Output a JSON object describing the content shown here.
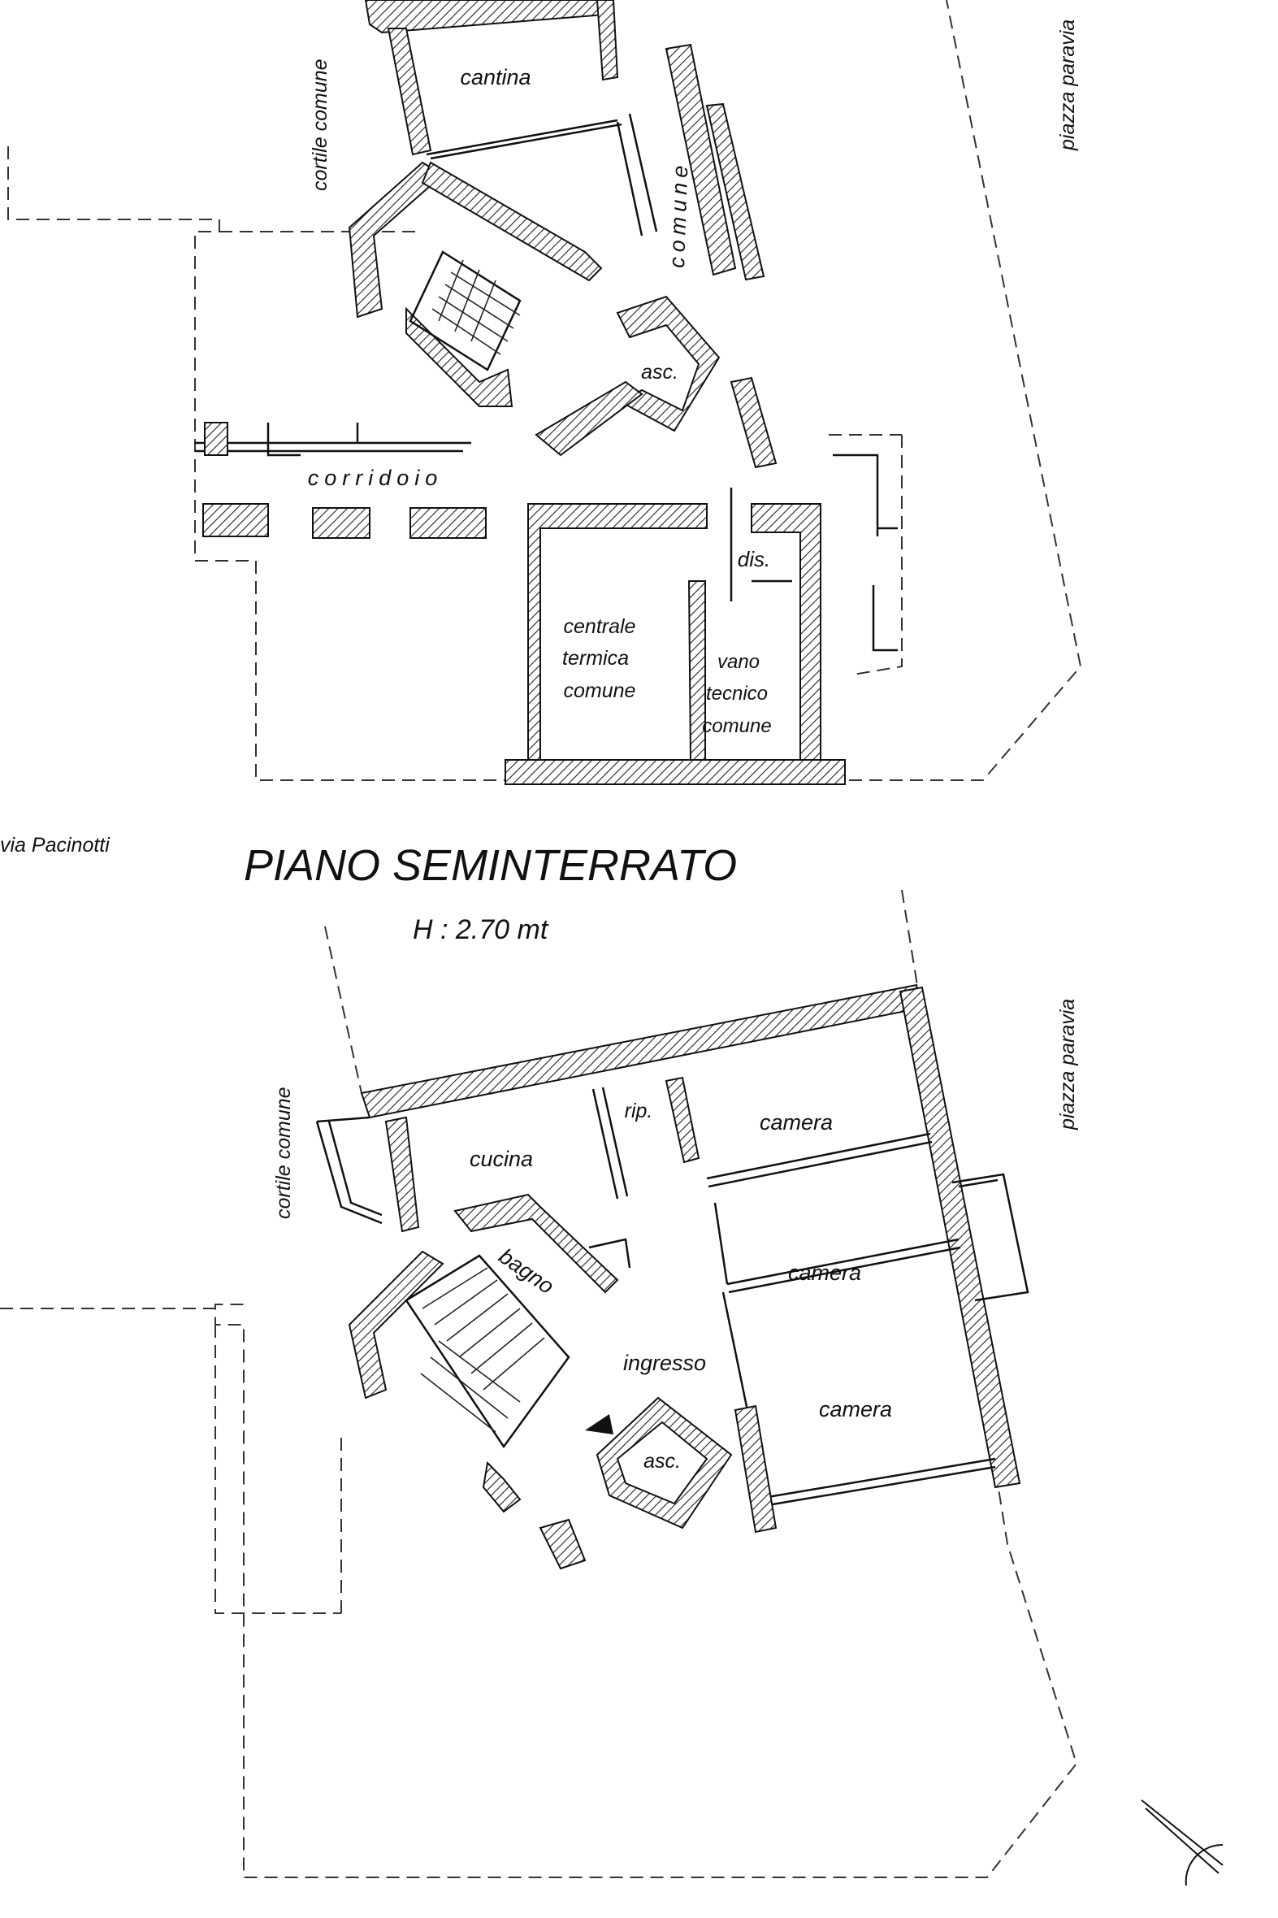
{
  "plan_top": {
    "rooms": {
      "cantina": "cantina",
      "comune": "comune",
      "asc": "asc.",
      "corridoio": "corridoio",
      "dis": "dis.",
      "centrale": [
        "centrale",
        "termica",
        "comune"
      ],
      "vano": [
        "vano",
        "tecnico",
        "comune"
      ]
    },
    "cortile": "cortile comune",
    "piazza": "piazza paravia",
    "via": "via Pacinotti"
  },
  "title": "PIANO SEMINTERRATO",
  "height_note": "H : 2.70 mt",
  "plan_bottom": {
    "rooms": {
      "cucina": "cucina",
      "rip": "rip.",
      "camera1": "camera",
      "camera2": "camera",
      "camera3": "camera",
      "bagno": "bagno",
      "ingresso": "ingresso",
      "asc": "asc."
    },
    "cortile": "cortile comune",
    "piazza": "piazza paravia"
  },
  "colors": {
    "ink": "#111111",
    "paper": "#ffffff"
  }
}
